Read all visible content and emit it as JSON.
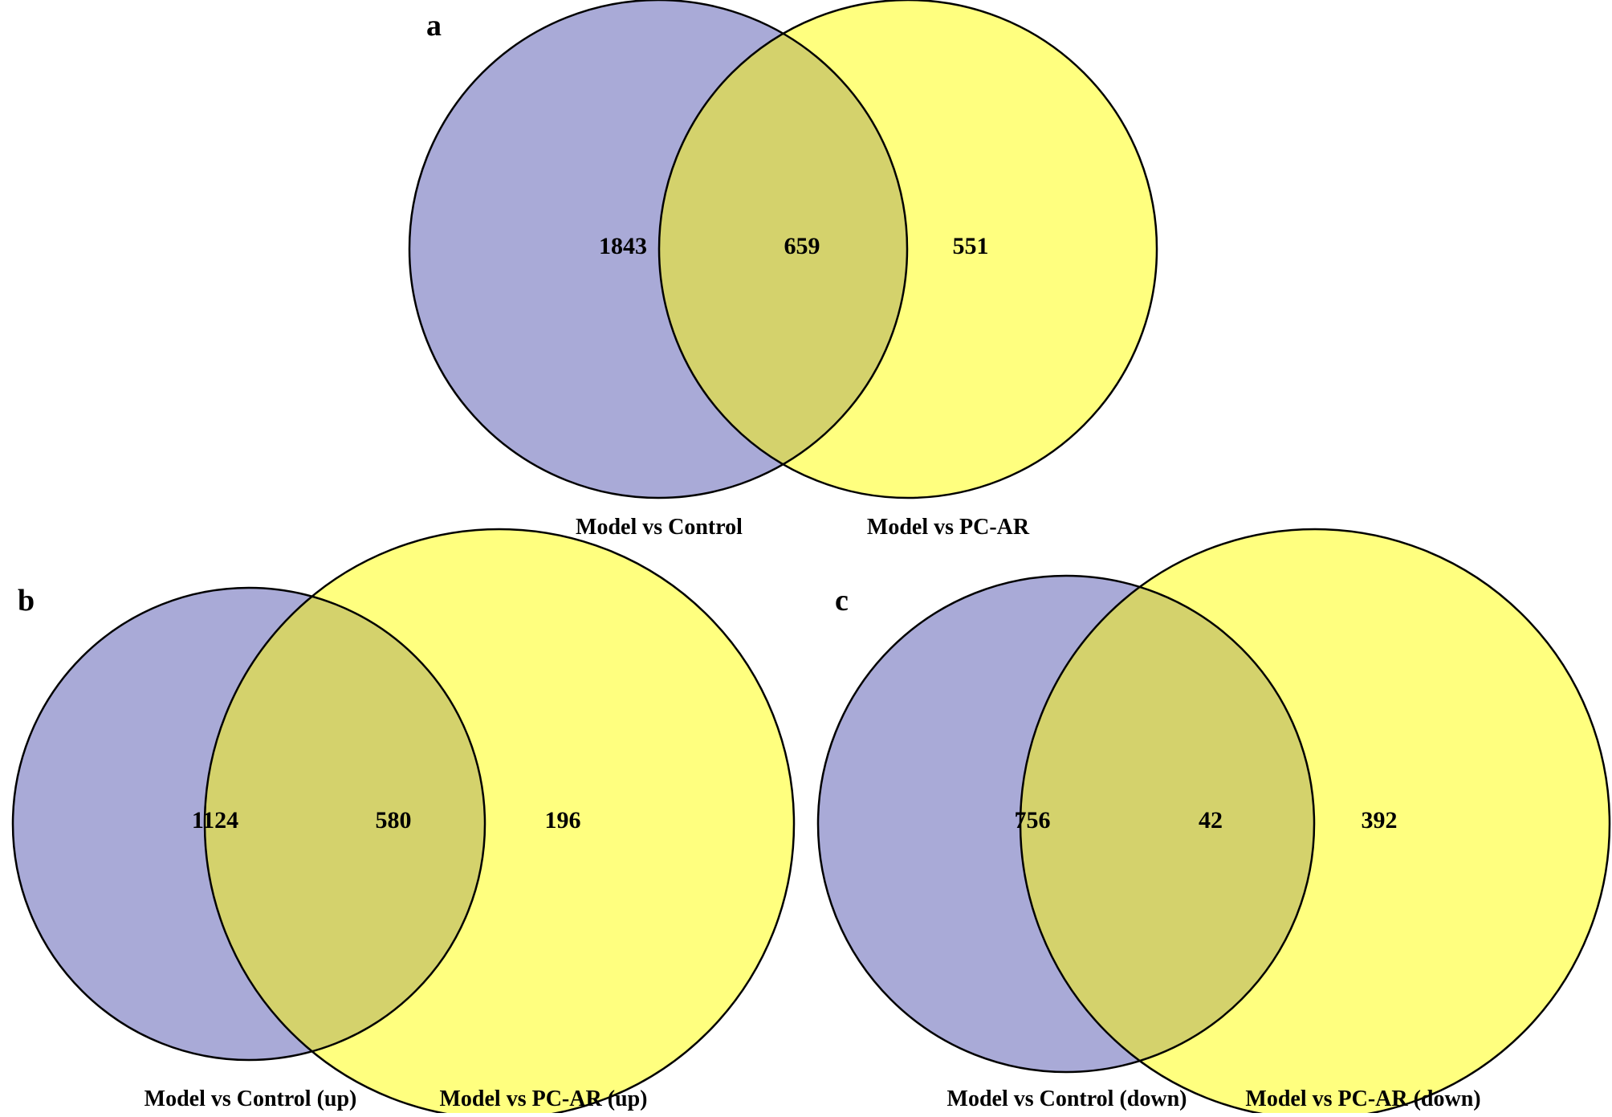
{
  "colors": {
    "set_a_fill": "#A9AAD7",
    "set_b_fill": "#FFFF7F",
    "overlap_fill": "#D4D26C",
    "outline": "#000000"
  },
  "panels": [
    {
      "letter": "a",
      "left_only": "1843",
      "overlap": "659",
      "right_only": "551",
      "left_label": "Model vs Control",
      "right_label": "Model vs PC-AR"
    },
    {
      "letter": "b",
      "left_only": "1124",
      "overlap": "580",
      "right_only": "196",
      "left_label": "Model vs Control (up)",
      "right_label": "Model vs PC-AR (up)"
    },
    {
      "letter": "c",
      "left_only": "756",
      "overlap": "42",
      "right_only": "392",
      "left_label": "Model vs Control (down)",
      "right_label": "Model vs PC-AR (down)"
    }
  ]
}
